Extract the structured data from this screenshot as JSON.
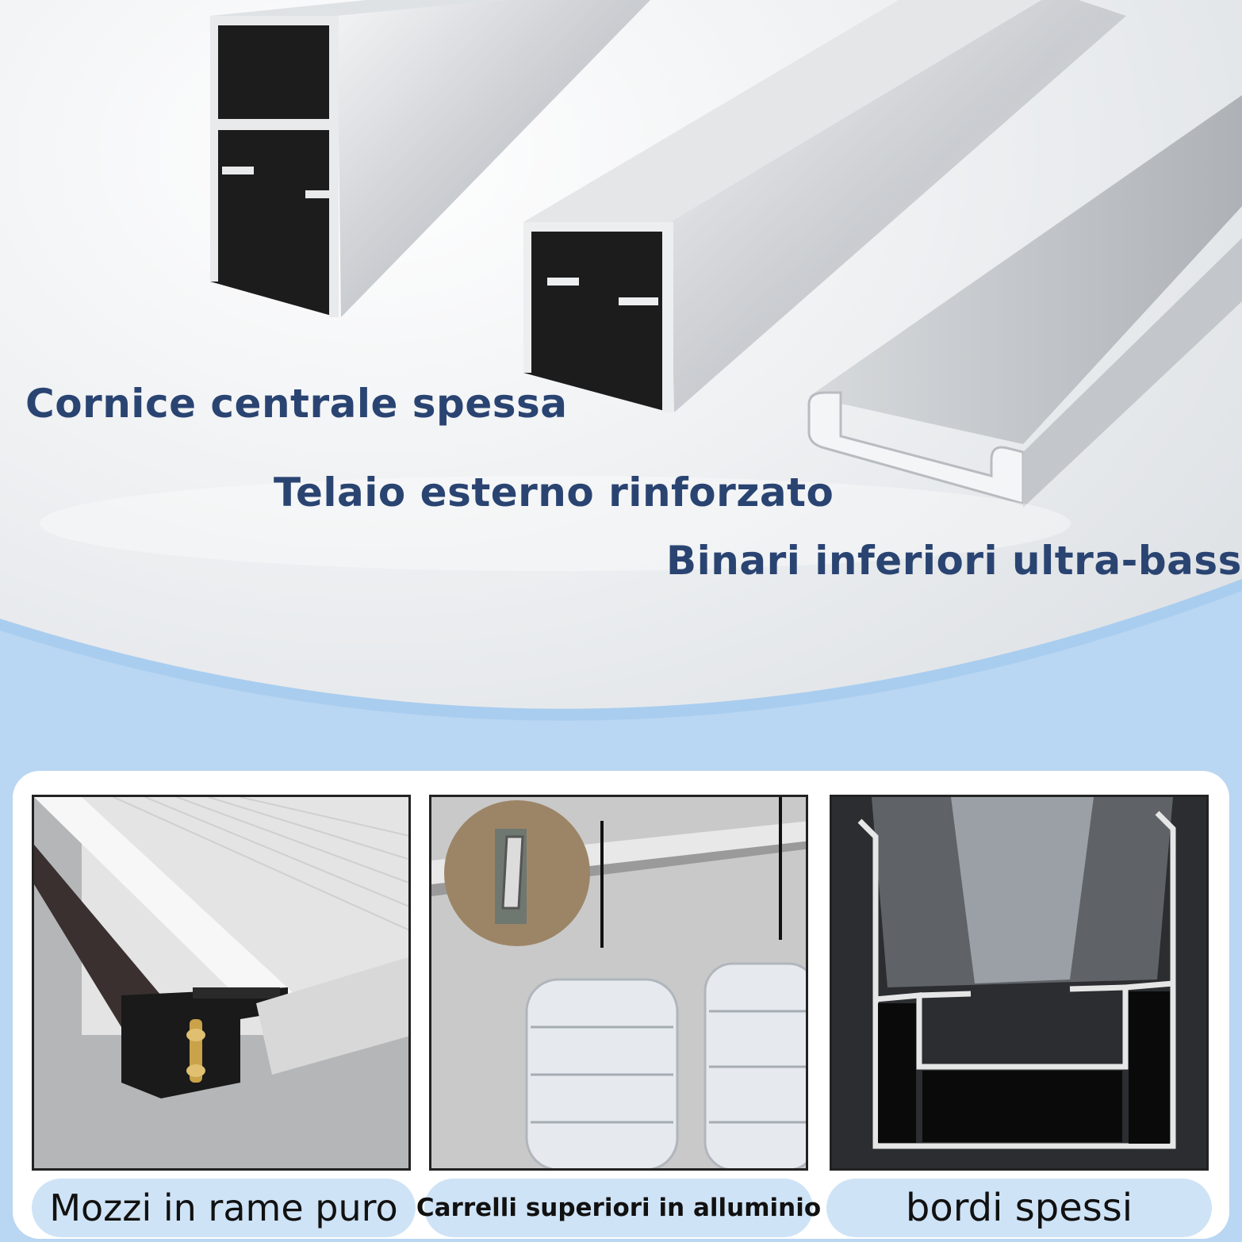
{
  "hero": {
    "labels": [
      "Cornice centrale spessa",
      "Telaio esterno rinforzato",
      "Binari inferiori ultra-bassi"
    ]
  },
  "features": [
    {
      "caption": "Mozzi in rame puro",
      "icon": "copper-hub-profile-photo"
    },
    {
      "caption": "Carrelli superiori in alluminio",
      "icon": "aluminium-track-load-photo"
    },
    {
      "caption": "bordi spessi",
      "icon": "thick-edge-profile-photo"
    }
  ],
  "colors": {
    "label_text": "#2a4472",
    "wave_blue": "#a9cdef",
    "caption_bg": "#cfe3f6"
  }
}
